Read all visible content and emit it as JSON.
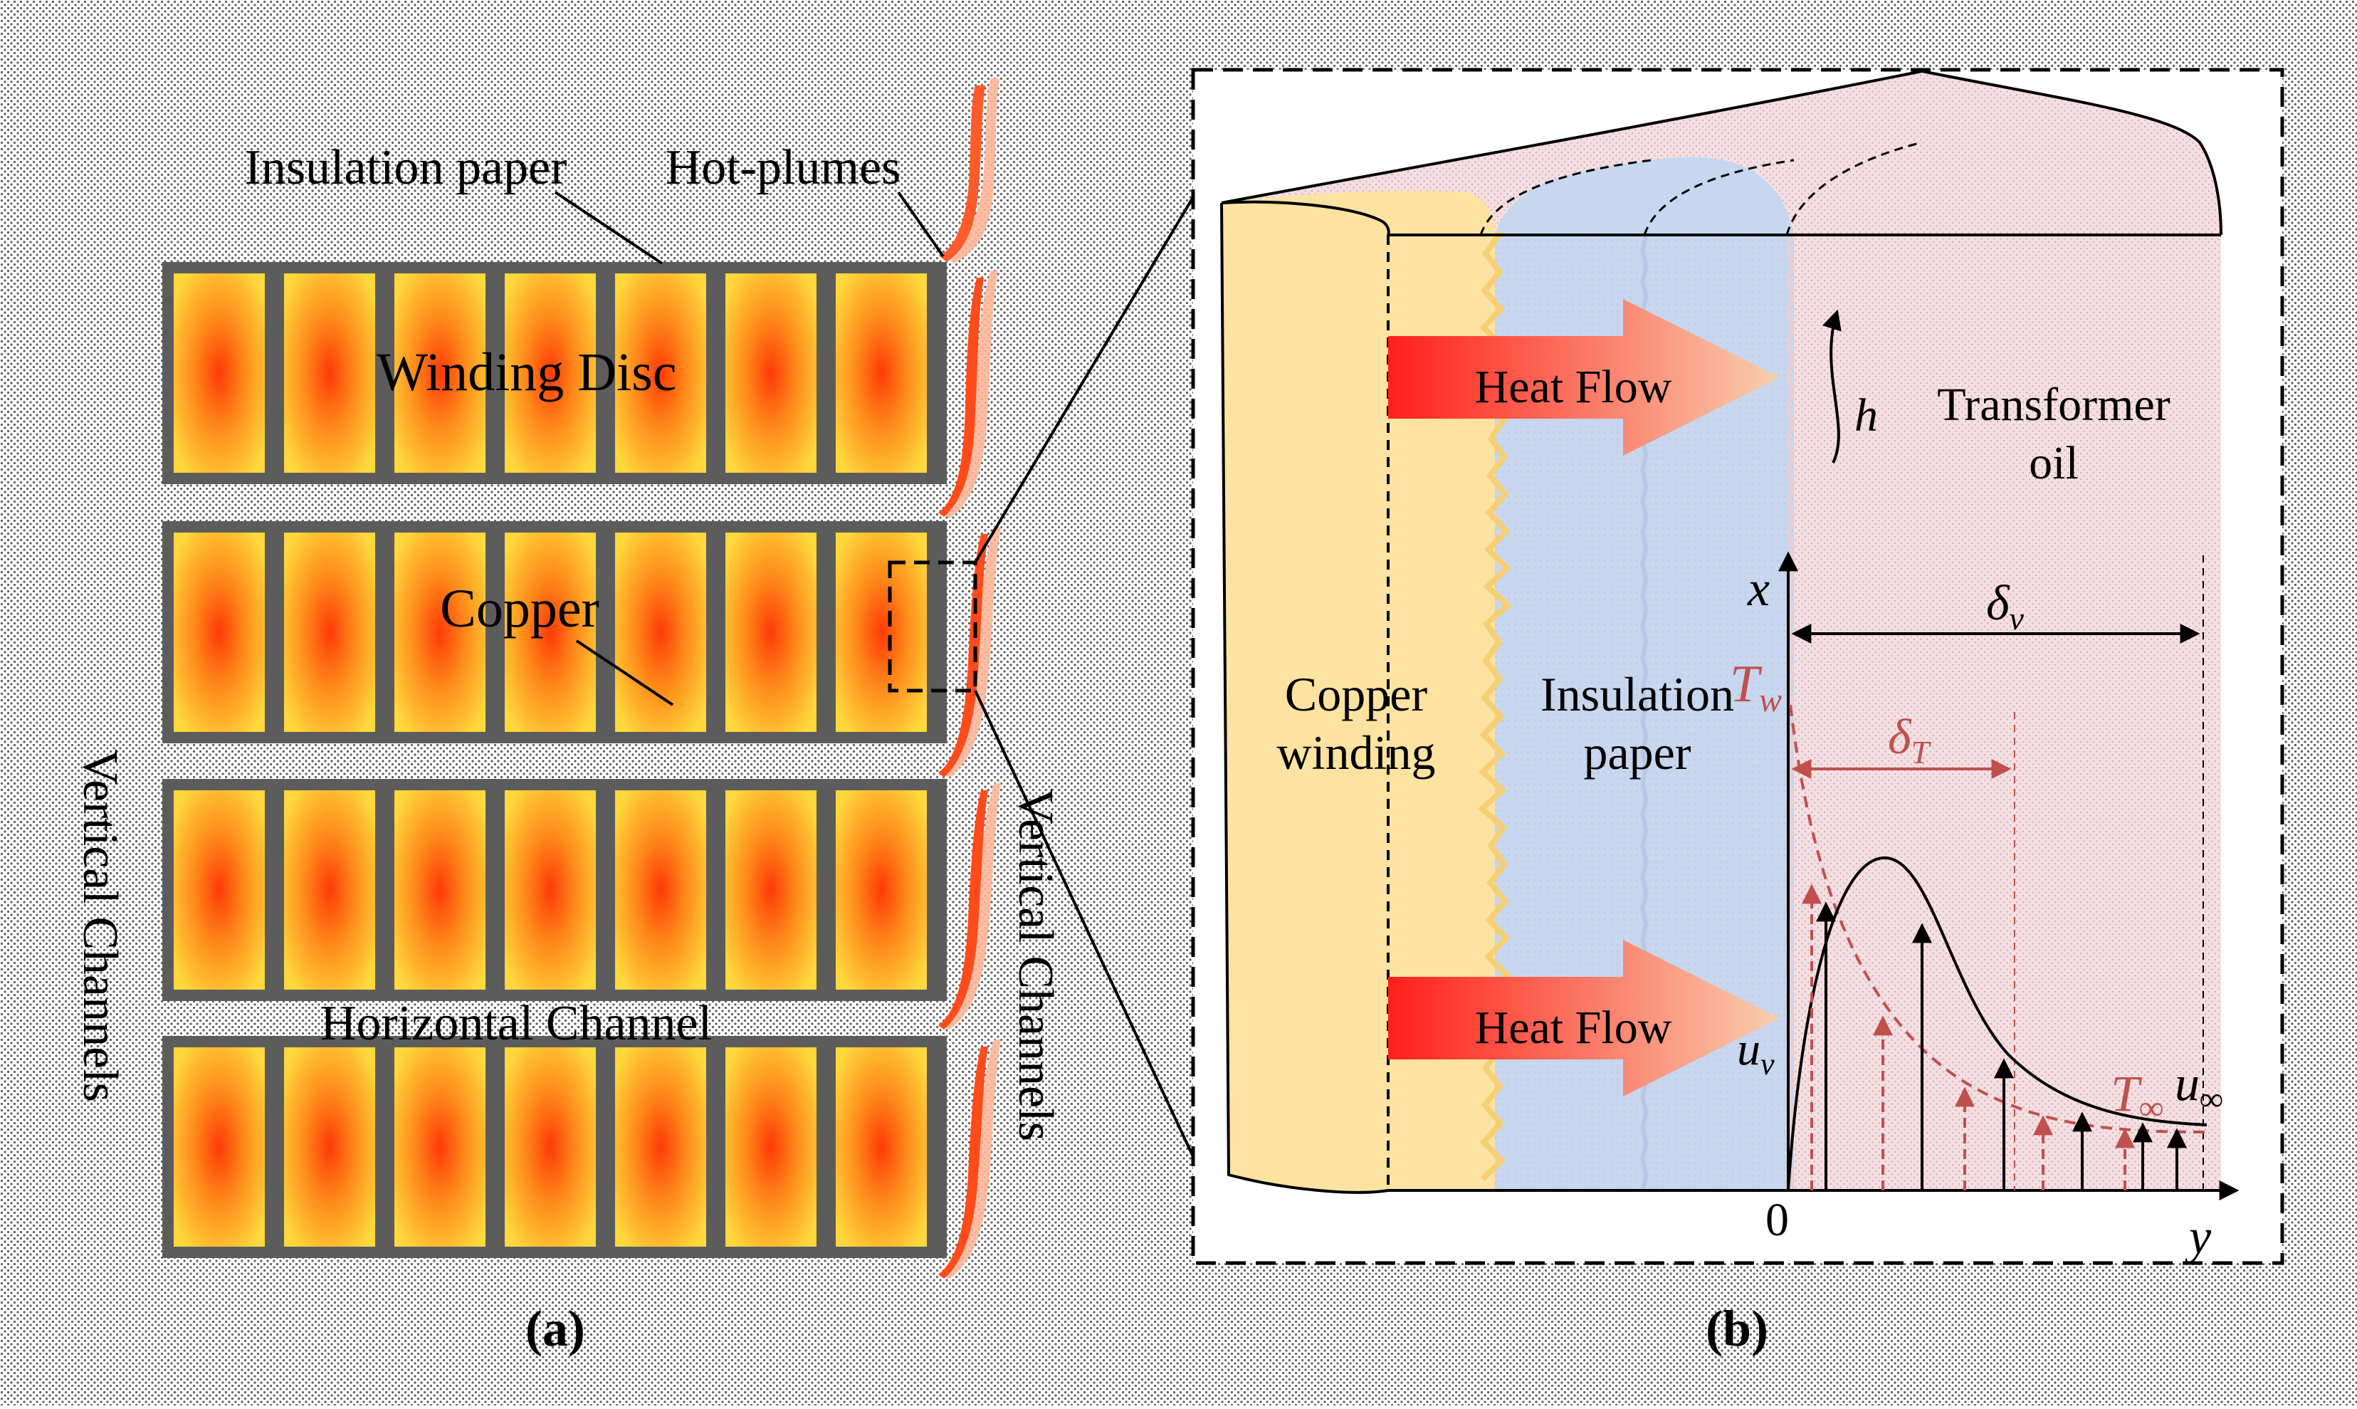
{
  "panel_a": {
    "label_insulation_paper": "Insulation paper",
    "label_hot_plumes": "Hot-plumes",
    "label_winding_disc": "Winding Disc",
    "label_copper": "Copper",
    "label_horizontal_channel": "Horizontal Channel",
    "label_vertical_channels_left": "Vertical Channels",
    "label_vertical_channels_right": "Vertical Channels",
    "caption": "(a)"
  },
  "panel_b": {
    "label_copper_winding_line1": "Copper",
    "label_copper_winding_line2": "winding",
    "label_insulation_paper_line1": "Insulation",
    "label_insulation_paper_line2": "paper",
    "label_transformer_oil_line1": "Transformer",
    "label_transformer_oil_line2": "oil",
    "heat_flow_top": "Heat Flow",
    "heat_flow_bottom": "Heat Flow",
    "symbol_h": "h",
    "axis_x": "x",
    "axis_y": "y",
    "origin": "0",
    "symbol_delta_v": "δ",
    "symbol_delta_v_sub": "v",
    "symbol_delta_T": "δ",
    "symbol_delta_T_sub": "T",
    "symbol_T_w": "T",
    "symbol_T_w_sub": "w",
    "symbol_T_inf": "T",
    "symbol_T_inf_sub": "∞",
    "symbol_u_v": "u",
    "symbol_u_v_sub": "v",
    "symbol_u_inf": "u",
    "symbol_u_inf_sub": "∞",
    "caption": "(b)"
  },
  "colors": {
    "copper_center": "#ff3b0a",
    "copper_edge": "#ffd23a",
    "disc_frame": "#5c5c5c",
    "copper_winding_fill": "#fde3a1",
    "insulation_fill": "#c6d7ef",
    "oil_fill": "#f3dde0",
    "thermal_red": "#c0504d",
    "heat_arrow_start": "#ff2a1a",
    "heat_arrow_end": "#f7c8a6"
  }
}
